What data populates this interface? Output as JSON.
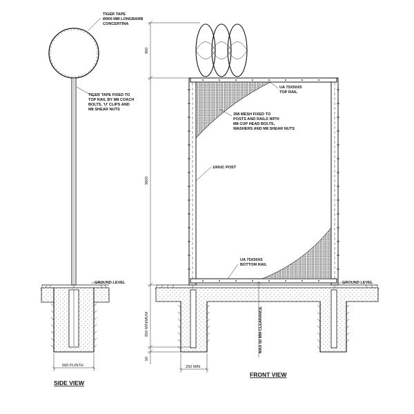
{
  "labels": {
    "concertina": [
      "TIGER TAPE",
      "Ø900 mm LONGBARB",
      "CONCERTINA"
    ],
    "tiger_fix": [
      "TIGER TAPE FIXED TO",
      "TOP RAIL BY M8 COACH",
      "BOLTS, 'U' CLIPS AND",
      "M8 SHEAR NUTS"
    ],
    "mesh": [
      "358 MESH FIXED TO",
      "POSTS AND RAILS WITH",
      "M8 CUP HEAD BOLTS,",
      "WASHERS AND M8 SHEAR NUTS"
    ],
    "top_rail": [
      "UA 75X50X5",
      "TOP RAIL"
    ],
    "post": "100UC POST",
    "bottom_rail": [
      "UA 75X50X5",
      "BOTTOM RAIL"
    ],
    "ground_left": "GROUND LEVEL",
    "ground_right": "GROUND LEVEL",
    "clearance": "MAX 50 mm CLEARANCE"
  },
  "dimensions": {
    "top": "900",
    "height": "3600",
    "embed": "850 MINIMUM",
    "base": "50",
    "plinth": "600 PLINTH",
    "width": "250 MIN"
  },
  "views": {
    "side": "SIDE VIEW",
    "front": "FRONT VIEW"
  }
}
